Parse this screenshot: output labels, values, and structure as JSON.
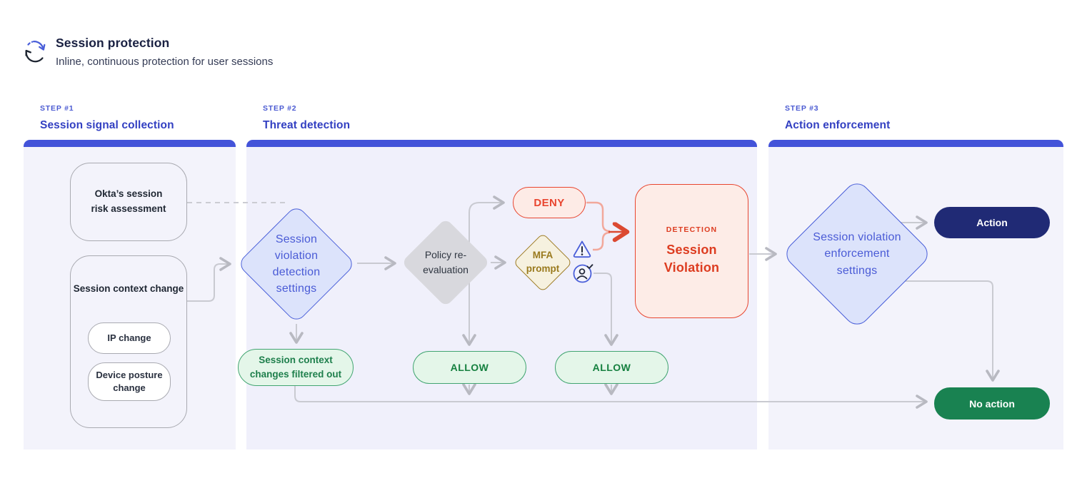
{
  "header": {
    "icon": "circular-refresh",
    "title": "Session protection",
    "subtitle": "Inline, continuous protection for user sessions"
  },
  "steps": [
    {
      "label": "STEP #1",
      "title": "Session signal collection"
    },
    {
      "label": "STEP #2",
      "title": "Threat detection"
    },
    {
      "label": "STEP #3",
      "title": "Action enforcement"
    }
  ],
  "signal_collection": {
    "risk_box": "Okta’s session risk assessment",
    "context_box": {
      "title": "Session context change",
      "items": [
        "IP change",
        "Device posture change"
      ]
    }
  },
  "threat_detection": {
    "detection_diamond": "Session violation detection settings",
    "policy_diamond": "Policy re-evaluation",
    "deny_pill": "DENY",
    "mfa_diamond": "MFA prompt",
    "mfa_icons": [
      "alert-triangle",
      "user-verified"
    ],
    "filtered_pill": "Session context changes filtered out",
    "allow_pill_1": "ALLOW",
    "allow_pill_2": "ALLOW",
    "violation_box": {
      "tag": "DETECTION",
      "title": "Session Violation"
    }
  },
  "action_enforcement": {
    "enforcement_diamond": "Session violation enforcement settings",
    "action_pill": "Action",
    "no_action_pill": "No action"
  },
  "colors": {
    "accent_blue": "#4353d9",
    "diamond_blue_fill": "#dce3fb",
    "diamond_blue_border": "#4a5fd9",
    "panel_bg": "#f3f3fb",
    "alert_red": "#e8452f",
    "salmon_wire": "#f2a89b",
    "green_border": "#42a571",
    "green_text": "#15803f",
    "navy_pill": "#202a75",
    "forest_pill": "#198251",
    "wire_gray": "#c9cad1"
  }
}
